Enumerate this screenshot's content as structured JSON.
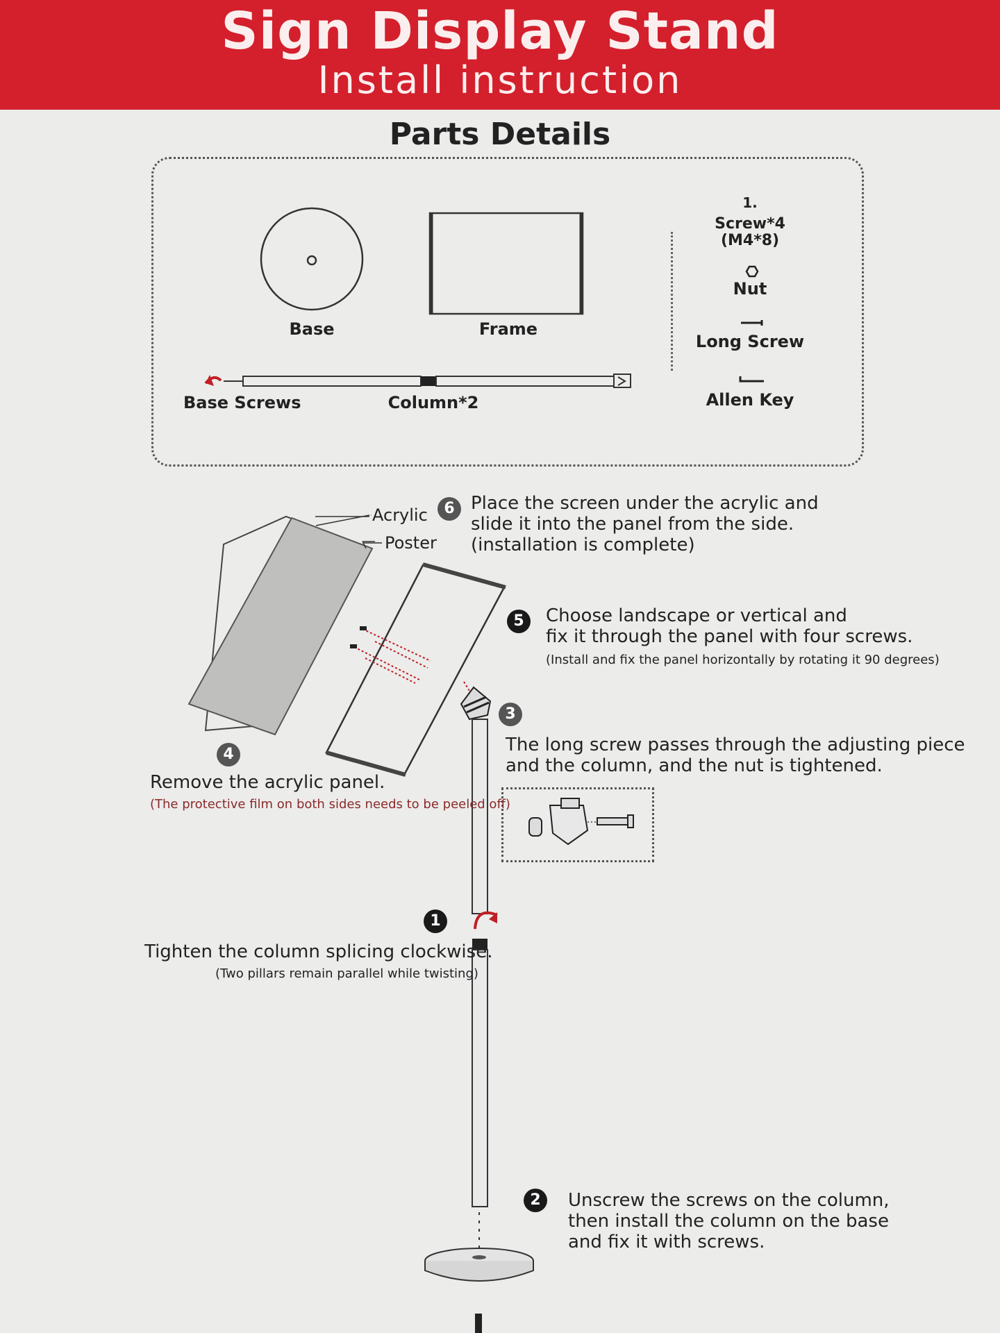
{
  "header": {
    "title": "Sign Display Stand",
    "subtitle": "Install instruction",
    "color": "#d3202c"
  },
  "parts": {
    "section_title": "Parts Details",
    "base_label": "Base",
    "frame_label": "Frame",
    "base_screws_label": "Base Screws",
    "column_label": "Column*2",
    "screw_number": "1.",
    "screw_label": "Screw*4",
    "screw_size": "(M4*8)",
    "nut_label": "Nut",
    "long_screw_label": "Long Screw",
    "allen_key_label": "Allen Key"
  },
  "steps": {
    "acrylic_label": "Acrylic",
    "poster_label": "Poster",
    "s6": {
      "num": "6",
      "line1": "Place the screen under the acrylic and",
      "line2": "slide it into the panel from the side.",
      "line3": "(installation is complete)"
    },
    "s5": {
      "num": "5",
      "line1": "Choose landscape or vertical and",
      "line2": "fix it through the panel with four screws.",
      "note": "(Install and fix the panel horizontally by rotating it 90 degrees)"
    },
    "s3": {
      "num": "3",
      "line1": "The long screw passes through the adjusting piece",
      "line2": "and the column, and the nut is tightened."
    },
    "s4": {
      "num": "4",
      "line1": "Remove the acrylic panel.",
      "note": "(The protective film on both sides needs to be peeled off)"
    },
    "s1": {
      "num": "1",
      "line1": "Tighten the column splicing clockwise.",
      "note": "(Two pillars remain parallel while twisting)"
    },
    "s2": {
      "num": "2",
      "line1": "Unscrew the screws on the column,",
      "line2": "then install the column on the base",
      "line3": "and fix it with screws."
    }
  }
}
